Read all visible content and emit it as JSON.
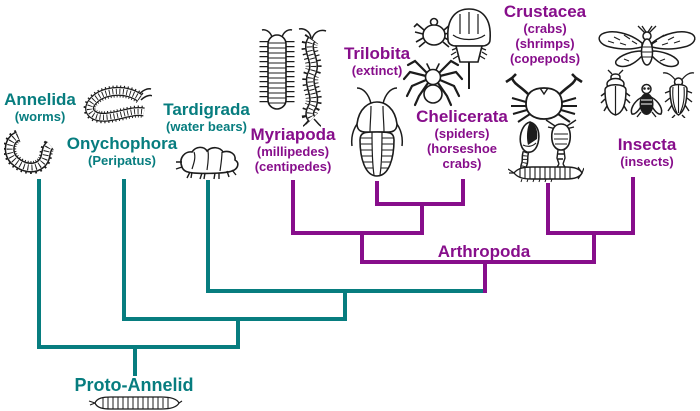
{
  "title": "Arthropod phylogeny cladogram",
  "theme": {
    "teal": "#077d7f",
    "purple": "#870e8b",
    "ink": "#1c1c1c",
    "background": "#ffffff"
  },
  "taxa": [
    {
      "id": "annelida",
      "name": "Annelida",
      "subtitles": [
        "(worms)"
      ],
      "color": "teal",
      "icon": "segmented-worm-icon"
    },
    {
      "id": "onychophora",
      "name": "Onychophora",
      "subtitles": [
        "(Peripatus)"
      ],
      "color": "teal",
      "icon": "velvet-worm-icon"
    },
    {
      "id": "tardigrada",
      "name": "Tardigrada",
      "subtitles": [
        "(water bears)"
      ],
      "color": "teal",
      "icon": "water-bear-icon"
    },
    {
      "id": "myriapoda",
      "name": "Myriapoda",
      "subtitles": [
        "(millipedes)",
        "(centipedes)"
      ],
      "color": "purple",
      "icon": "millipede-icon centipede-icon"
    },
    {
      "id": "trilobita",
      "name": "Trilobita",
      "subtitles": [
        "(extinct)"
      ],
      "color": "purple",
      "icon": "trilobite-icon"
    },
    {
      "id": "chelicerata",
      "name": "Chelicerata",
      "subtitles": [
        "(spiders)",
        "(horseshoe",
        "crabs)"
      ],
      "color": "purple",
      "icon": "mite-icon horseshoe-crab-icon spider-icon"
    },
    {
      "id": "crustacea",
      "name": "Crustacea",
      "subtitles": [
        "(crabs)",
        "(shrimps)",
        "(copepods)"
      ],
      "color": "purple",
      "icon": "crab-icon barnacle-icon copepod-icon shrimp-icon"
    },
    {
      "id": "insecta",
      "name": "Insecta",
      "subtitles": [
        "(insects)"
      ],
      "color": "purple",
      "icon": "moth-icon beetle-icon fly-icon cockroach-icon"
    }
  ],
  "clade": {
    "name": "Arthropoda",
    "color": "purple"
  },
  "root": {
    "name": "Proto-Annelid",
    "color": "teal",
    "icon": "proto-annelid-worm-icon"
  }
}
